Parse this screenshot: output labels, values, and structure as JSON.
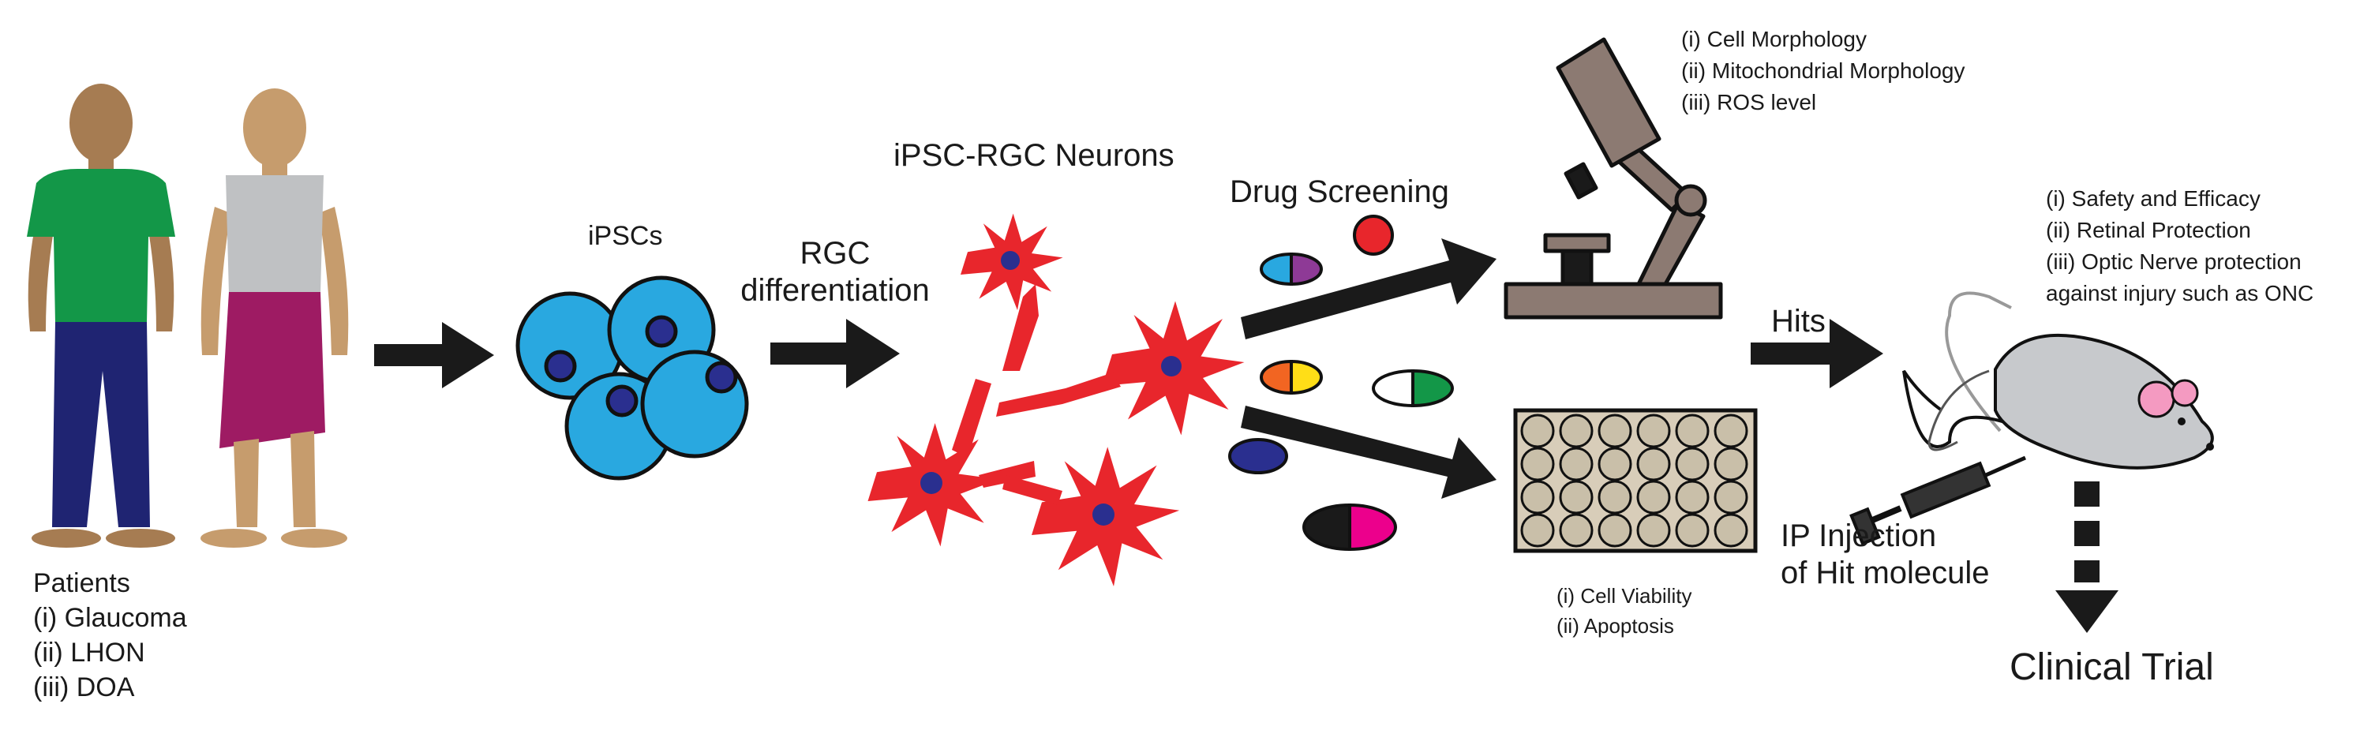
{
  "patients": {
    "title": "Patients",
    "items": [
      "(i) Glaucoma",
      "(ii) LHON",
      "(iii) DOA"
    ]
  },
  "ipscs_label": "iPSCs",
  "differentiation_label": "RGC\ndifferentiation",
  "neurons_label": "iPSC-RGC Neurons",
  "drug_screening_label": "Drug Screening",
  "microscope_readouts": [
    "(i) Cell Morphology",
    "(ii) Mitochondrial Morphology",
    "(iii) ROS level"
  ],
  "plate_readouts": [
    "(i) Cell Viability",
    "(ii) Apoptosis"
  ],
  "hits_label": "Hits",
  "mouse_outcomes": [
    "(i) Safety and Efficacy",
    "(ii) Retinal Protection",
    "(iii) Optic Nerve protection",
    "against injury such as ONC"
  ],
  "injection_label": "IP Injection\nof Hit molecule",
  "clinical_trial_label": "Clinical Trial",
  "colors": {
    "arrow": "#1a1a1a",
    "ipsc_cell": "#29a8e0",
    "nucleus": "#2a2f8f",
    "neuron": "#e8262c",
    "shirt": "#139748",
    "trousers": "#1f2472",
    "skirt": "#9e1b63",
    "top": "#bfc1c3",
    "skin_dark": "#a67c52",
    "skin_light": "#c69c6d",
    "microscope": "#8c7a72",
    "plate": "#d8cdb9",
    "mouse": "#c7c9cc",
    "mouse_ear": "#f49ac1"
  },
  "icons": [
    "male-patient-icon",
    "female-patient-icon",
    "ipsc-cluster-icon",
    "neuron-icon",
    "drug-capsule-icon",
    "microscope-icon",
    "well-plate-icon",
    "mouse-icon",
    "syringe-icon"
  ]
}
